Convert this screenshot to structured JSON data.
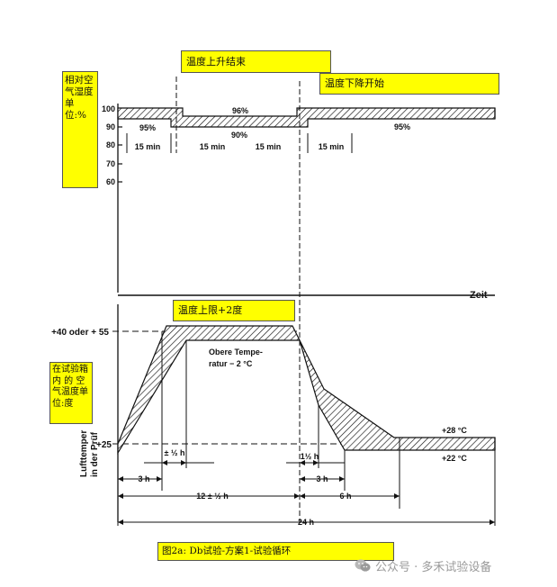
{
  "notes": {
    "humidity_unit": "相对空气湿度单位:%",
    "humidity_rise_end": "温度上升结束",
    "humidity_fall_start": "温度下降开始",
    "temp_upper_limit": "温度上限+2度",
    "temp_unit": "在试验箱内 的 空气温度单位:度",
    "figure_caption": "图2a: Db试验-方案1-试验循环"
  },
  "top_axis": {
    "ticks": [
      "100",
      "90",
      "80",
      "70",
      "60"
    ]
  },
  "top_labels": {
    "pct95_left": "95%",
    "pct96": "96%",
    "pct90": "90%",
    "pct95_right": "95%",
    "min15_a": "15 min",
    "min15_b": "15 min",
    "min15_c": "15 min",
    "min15_d": "15 min"
  },
  "time_axis_label": "Zeit",
  "bottom_axis": {
    "upper_temp": "+40 oder + 55",
    "lower_temp": "+25",
    "rotated_label_1": "Lufttemper",
    "rotated_label_2": "in der Prüf"
  },
  "bottom_labels": {
    "upper_band": "Obere Tempe-",
    "upper_band_2": "ratur − 2 °C",
    "plus28": "+28 °C",
    "plus22": "+22 °C",
    "half_h_left": "± ½ h",
    "half_h_right": "1½ h",
    "h3_left": "3 h",
    "h3_right": "3 h",
    "h12": "12 ± ½ h",
    "h6": "6 h",
    "h24": "24 h"
  },
  "watermark": {
    "icon": "wechat-icon",
    "text": "公众号 · 多禾试验设备"
  }
}
